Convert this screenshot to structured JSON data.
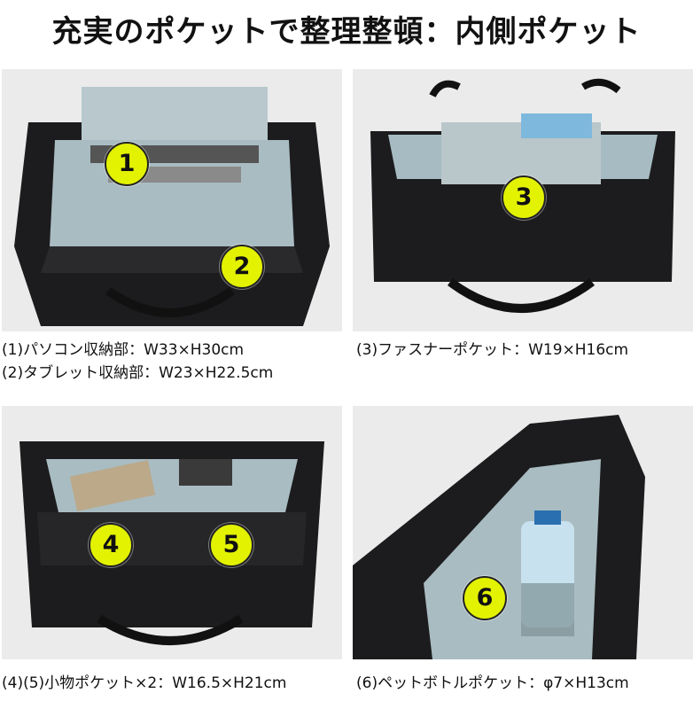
{
  "header": {
    "title": "充実のポケットで整理整頓：内側ポケット"
  },
  "badges": [
    "1",
    "2",
    "3",
    "4",
    "5",
    "6"
  ],
  "captions": [
    [
      "(1)パソコン収納部：W33×H30cm",
      "(2)タブレット収納部：W23×H22.5cm"
    ],
    [
      "(3)ファスナーポケット：W19×H16cm"
    ],
    [
      "(4)(5)小物ポケット×2：W16.5×H21cm"
    ],
    [
      "(6)ペットボトルポケット：φ7×H13cm"
    ]
  ],
  "colors": {
    "badge": "#e3f200",
    "bag": "#1b1b1d",
    "lining": "#9fb6bd"
  }
}
